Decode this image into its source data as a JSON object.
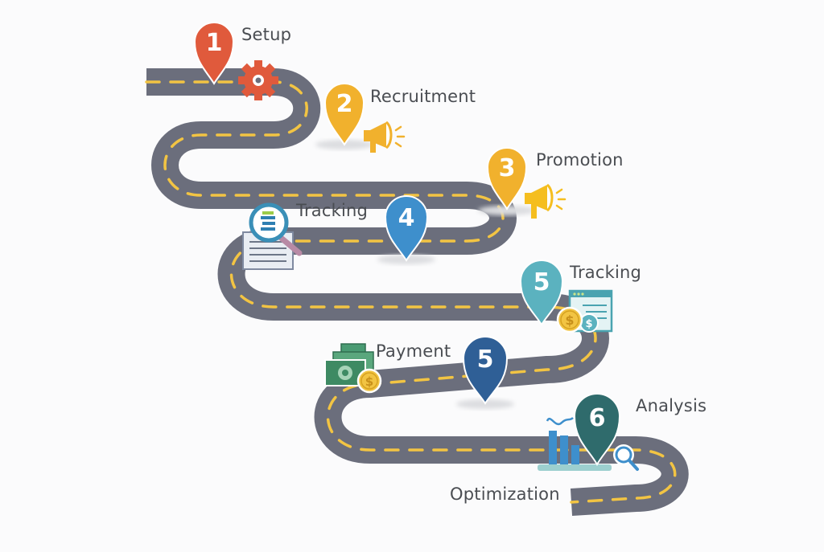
{
  "diagram": {
    "type": "roadmap",
    "road_color": "#6b6e7c",
    "dash_color": "#f2c443",
    "background": "#fbfbfc",
    "milestones": [
      {
        "number": "1",
        "label": "Setup",
        "color": "#e05a3c",
        "icon": "gear-icon"
      },
      {
        "number": "2",
        "label": "Recruitment",
        "color": "#f1b12d",
        "icon": "megaphone-icon"
      },
      {
        "number": "3",
        "label": "Promotion",
        "color": "#f1b12d",
        "icon": "megaphone-icon"
      },
      {
        "number": "4",
        "label": "Tracking",
        "color": "#3e8fcc",
        "icon": "magnifier-document-icon"
      },
      {
        "number": "5",
        "label": "Tracking",
        "color": "#5bb2bf",
        "icon": "browser-coins-icon"
      },
      {
        "number": "5",
        "label": "Payment",
        "color": "#2f5f96",
        "icon": "cash-coin-icon"
      },
      {
        "number": "6",
        "label": "Analysis",
        "color": "#2f6b6c",
        "icon": "bar-chart-icon"
      }
    ],
    "end_label": "Optimization"
  }
}
